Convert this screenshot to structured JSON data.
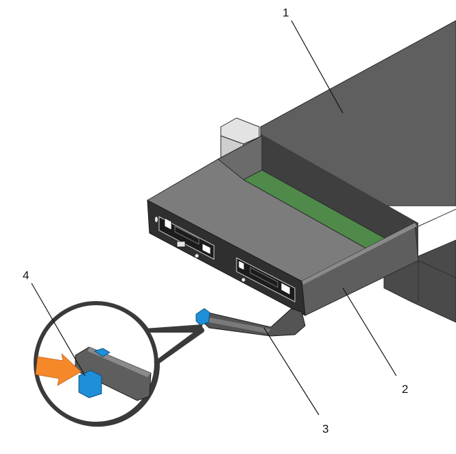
{
  "callouts": [
    {
      "id": "1",
      "label": "1"
    },
    {
      "id": "2",
      "label": "2"
    },
    {
      "id": "3",
      "label": "3"
    },
    {
      "id": "4",
      "label": "4"
    }
  ],
  "colors": {
    "chassis_top": "#5c5c5c",
    "chassis_side": "#474747",
    "sled_top": "#7a7a7a",
    "sled_side": "#5a5a5a",
    "board_green": "#4f8a4a",
    "latch_blue": "#1e8fd8",
    "arrow_orange": "#f5892a",
    "outline": "#111111"
  }
}
